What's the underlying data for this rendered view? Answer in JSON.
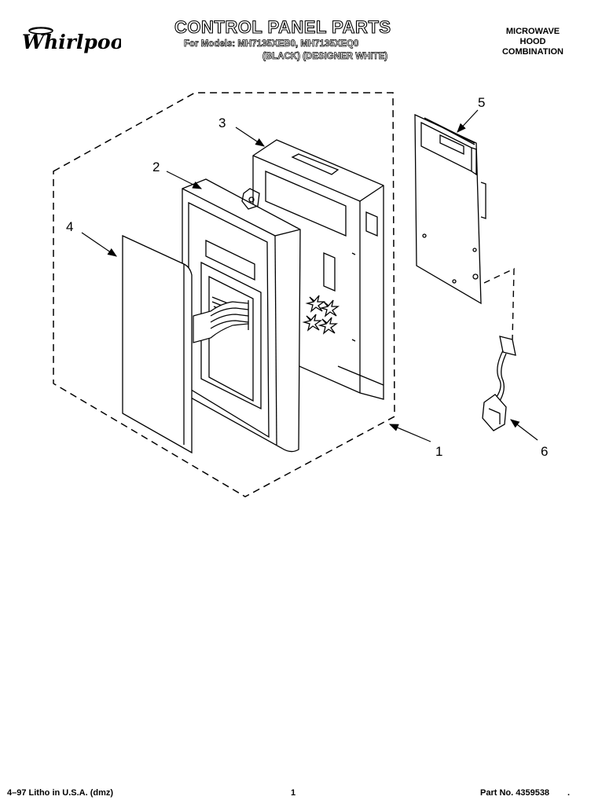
{
  "header": {
    "brand": "Whirlpool",
    "title": "CONTROL PANEL PARTS",
    "models_line": "For Models: MH7135XEB0, MH7135XEQ0",
    "finish_line": "(BLACK) (DESIGNER WHITE)",
    "product_type": [
      "MICROWAVE",
      "HOOD",
      "COMBINATION"
    ]
  },
  "diagram": {
    "callouts": [
      "1",
      "2",
      "3",
      "4",
      "5",
      "6"
    ]
  },
  "footer": {
    "litho": "4–97 Litho in U.S.A. (dmz)",
    "page_number": "1",
    "part_number": "Part No. 4359538",
    "trailing_mark": "."
  }
}
